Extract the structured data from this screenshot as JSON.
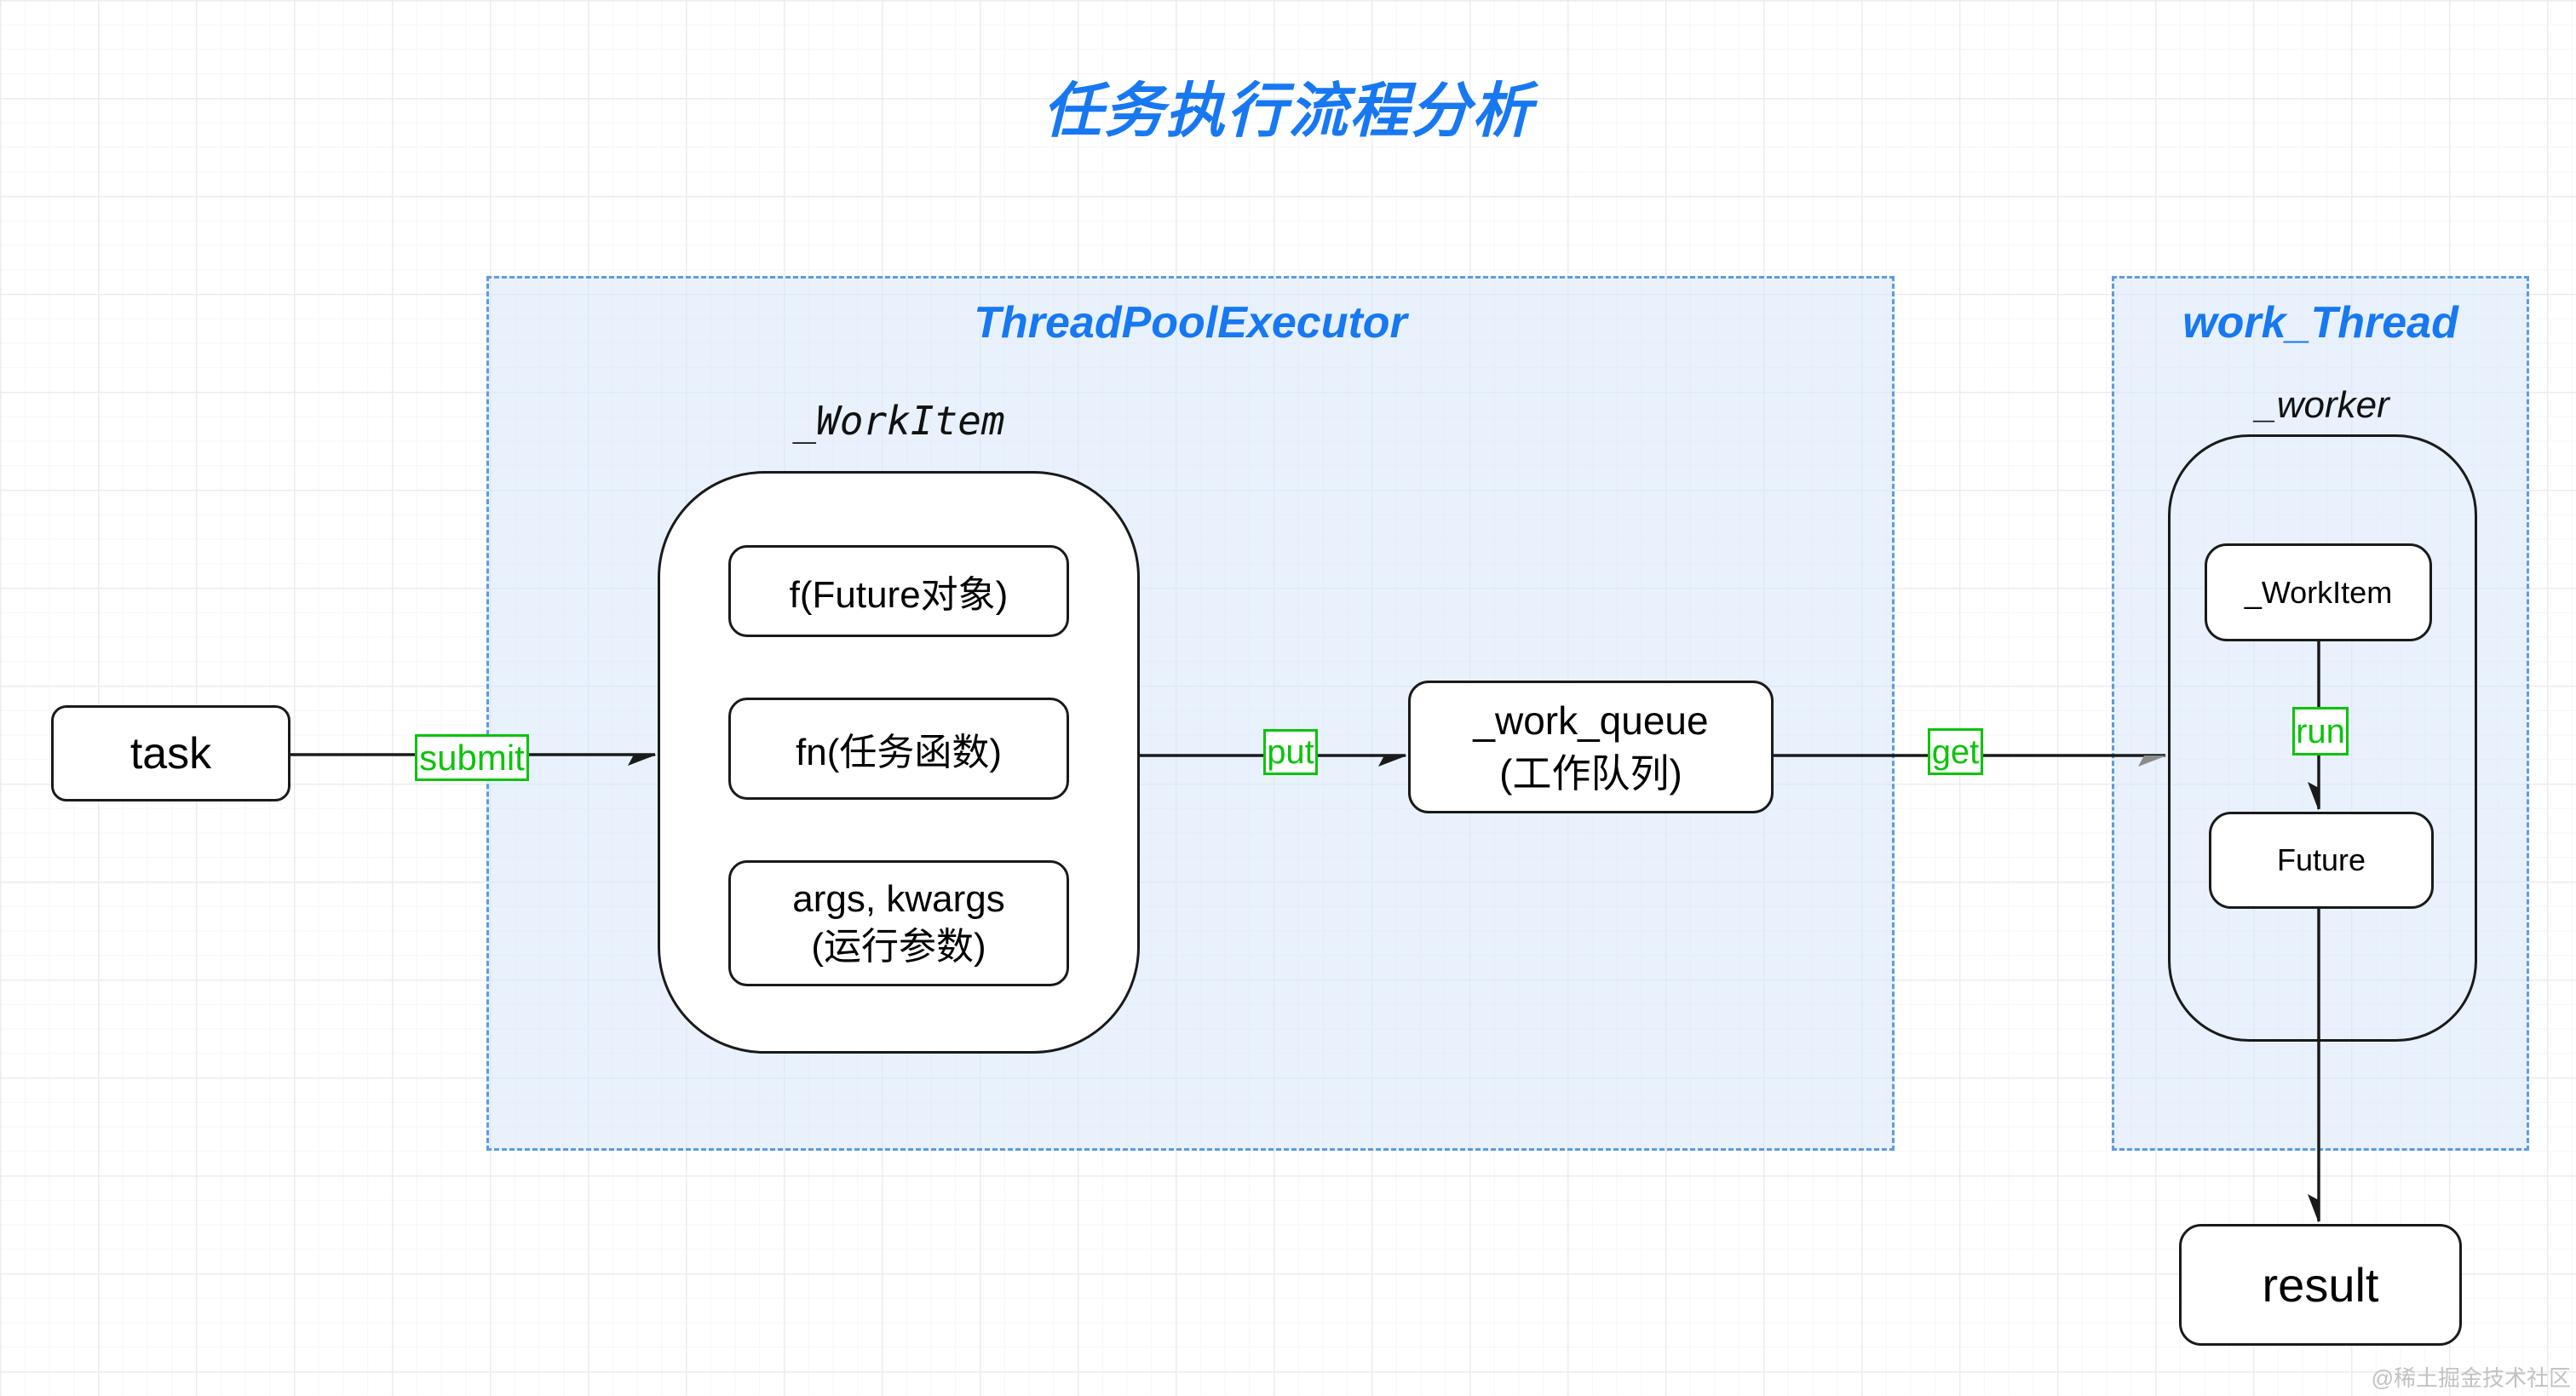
{
  "title": "任务执行流程分析",
  "watermark": "@稀土掘金技术社区",
  "containers": {
    "threadpool": {
      "label": "ThreadPoolExecutor",
      "sublabel": "_WorkItem"
    },
    "work_thread": {
      "label": "work_Thread",
      "sublabel": "_worker"
    }
  },
  "nodes": {
    "task": "task",
    "f_future": "f(Future对象)",
    "fn_func": "fn(任务函数)",
    "args_line1": "args, kwargs",
    "args_line2": "(运行参数)",
    "work_queue_line1": "_work_queue",
    "work_queue_line2": "(工作队列)",
    "worker_workitem": "_WorkItem",
    "worker_future": "Future",
    "result": "result"
  },
  "edge_labels": {
    "submit": "submit",
    "put": "put",
    "get": "get",
    "run": "run"
  },
  "colors": {
    "accent_blue": "#1778f2",
    "label_green": "#0cc30c",
    "container_border_blue": "#5d9cdf",
    "container_fill_blue": "#e6eefa",
    "line_black": "#1a1a1a",
    "get_arrowhead_gray": "#8c8c8c",
    "watermark_gray": "#c2c2c2"
  }
}
